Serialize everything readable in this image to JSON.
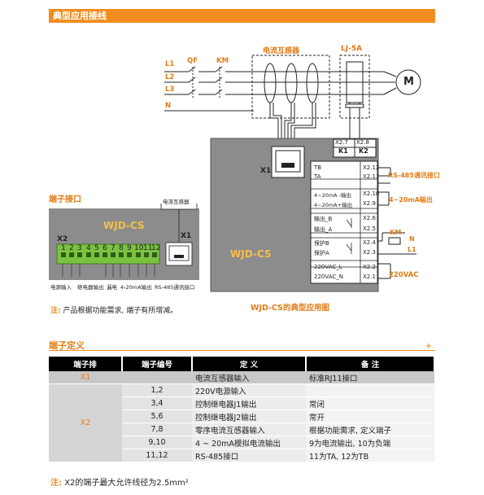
{
  "header": {
    "title": "典型应用接线",
    "plus": "+"
  },
  "wiring": {
    "lines": [
      "L1",
      "L2",
      "L3",
      "N"
    ],
    "qf": "QF",
    "km": "KM",
    "ct_title": "电流互感器",
    "lj_title": "LJ-5A",
    "motor": "M",
    "k_terms": [
      "X2.7",
      "X2.8"
    ],
    "k_labels": [
      "K1",
      "K2"
    ],
    "x1": "X1",
    "device_name": "WJD-CS",
    "rows": [
      {
        "l": "TB",
        "r": "X2.12"
      },
      {
        "l": "TA",
        "r": "X2.11"
      },
      {
        "l": "4~20mA -输出",
        "r": "X2.10"
      },
      {
        "l": "4~20mA+输出",
        "r": "X2.9"
      },
      {
        "l": "输出_B",
        "r": "X2.6"
      },
      {
        "l": "输出_A",
        "r": "X2.5"
      },
      {
        "l": "保护B",
        "r": "X2.4"
      },
      {
        "l": "保护A",
        "r": "X2.3"
      },
      {
        "l": "220VAC_L",
        "r": "X2.2"
      },
      {
        "l": "220VAC_N",
        "r": "X2.1"
      }
    ],
    "rs485": "RS-485通讯接口",
    "out420": "4~20mA输出",
    "km2": "KM",
    "n2": "N",
    "l1b": "L1",
    "vac": "220VAC",
    "caption": "WJD-CS的典型应用图"
  },
  "terminal": {
    "title": "端子接口",
    "ct_box": "电流互感器",
    "name": "WJD-CS",
    "x1": "X1",
    "x2": "X2",
    "numbers": [
      "1",
      "2",
      "3",
      "4",
      "5",
      "6",
      "7",
      "8",
      "9",
      "10",
      "11",
      "12"
    ],
    "groups": [
      "电源输入",
      "继电器输出",
      "漏电",
      "4-20mA输出",
      "RS-485通讯接口"
    ]
  },
  "note1": {
    "prefix": "注:",
    "text": "产品根据功能需求, 端子有所增减。"
  },
  "definition": {
    "title": "端子定义",
    "plus": "+",
    "headers": [
      "端子排",
      "端子编号",
      "定  义",
      "备  注"
    ],
    "x1_row": {
      "a": "X1",
      "b": "",
      "c": "电流互感器输入",
      "d": "标准RJ11接口"
    },
    "x2_label": "X2",
    "x2_rows": [
      {
        "b": "1,2",
        "c": "220V电源输入",
        "d": ""
      },
      {
        "b": "3,4",
        "c": "控制继电器J1输出",
        "d": "常闭"
      },
      {
        "b": "5,6",
        "c": "控制继电器J2输出",
        "d": "常开"
      },
      {
        "b": "7,8",
        "c": "零序电流互感器输入",
        "d": "根据功能需求, 定义端子"
      },
      {
        "b": "9,10",
        "c": "4 ~ 20mA模拟电流输出",
        "d": "9为电流输出, 10为负端"
      },
      {
        "b": "11,12",
        "c": "RS-485接口",
        "d": "11为TA, 12为TB"
      }
    ]
  },
  "note2": {
    "prefix": "注:",
    "text": "X2的端子最大允许线径为2.5mm²"
  },
  "colors": {
    "accent": "#f28c1e",
    "terminal_green": "#7cc242",
    "device_gray": "#8c8c8c"
  }
}
